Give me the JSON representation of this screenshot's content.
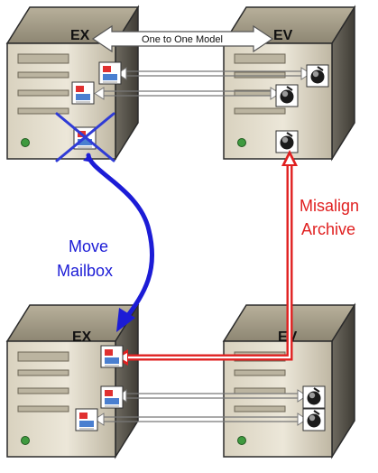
{
  "diagram": {
    "servers": {
      "top_left": "EX",
      "top_right": "EV",
      "bottom_left": "EX",
      "bottom_right": "EV"
    },
    "model_label": "One to One Model",
    "move_label": [
      "Move",
      "Mailbox"
    ],
    "misalign_label": [
      "Misalign",
      "Archive"
    ]
  },
  "colors": {
    "move_arrow": "#1c1cd6",
    "misalign_arrow": "#e02020",
    "cross": "#2f3bd6"
  },
  "icons": [
    "server-icon",
    "mailbox-icon",
    "archive-icon"
  ]
}
